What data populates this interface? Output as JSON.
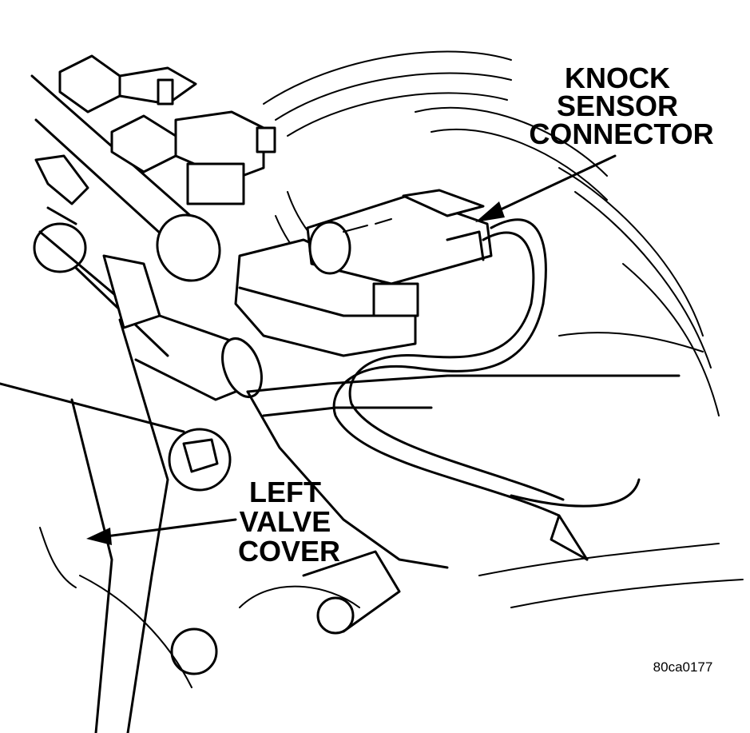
{
  "callouts": {
    "knock_sensor_connector": [
      "KNOCK",
      "SENSOR",
      "CONNECTOR"
    ],
    "left_valve_cover": [
      "LEFT",
      "VALVE",
      "COVER"
    ]
  },
  "figure_id": "80ca0177",
  "colors": {
    "line": "#000000",
    "background": "#ffffff"
  }
}
